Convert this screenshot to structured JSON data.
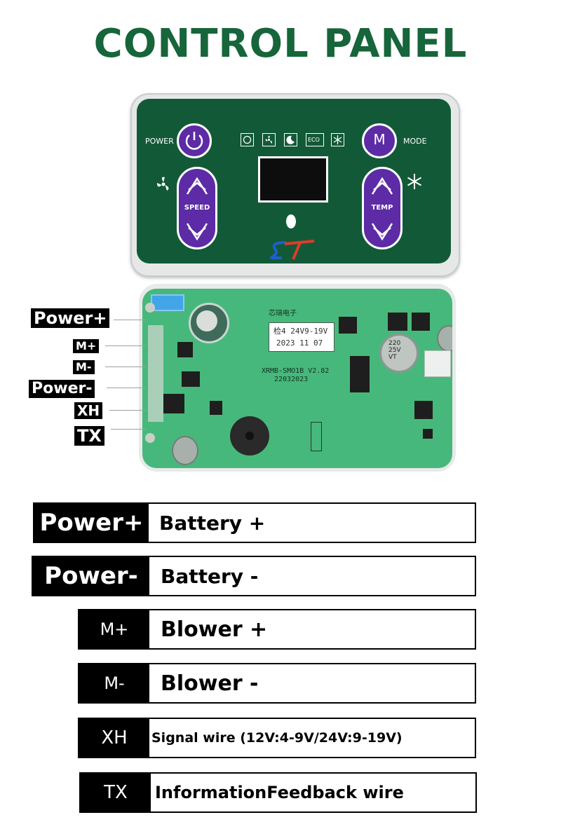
{
  "title": "CONTROL PANEL",
  "panel": {
    "power_label": "POWER",
    "mode_label": "MODE",
    "speed_label": "SPEED",
    "temp_label": "TEMP",
    "mode_button_letter": "M",
    "eco_label": "ECO",
    "mode_icons": [
      "power-symbol-icon",
      "fan-icon",
      "moon-icon",
      "eco-icon",
      "snowflake-icon"
    ],
    "colors": {
      "panel_green": "#125a37",
      "button_purple": "#5c2ba5",
      "title_green": "#17653a"
    }
  },
  "pcb": {
    "label_date": "检4  24V9-19V",
    "label_date2": "2023 11 07",
    "board_model": "XRMB-SMO1B V2.82",
    "board_code": "22032023",
    "maker": "芯瑞电子",
    "cap_text": [
      "220",
      "25V",
      "VT"
    ],
    "tags": [
      "Power+",
      "M+",
      "M-",
      "Power-",
      "XH",
      "TX"
    ]
  },
  "legend": [
    {
      "key": "Power+",
      "value": "Battery +"
    },
    {
      "key": "Power-",
      "value": "Battery -"
    },
    {
      "key": "M+",
      "value": "Blower +"
    },
    {
      "key": "M-",
      "value": "Blower -"
    },
    {
      "key": "XH",
      "value": "Signal wire (12V:4-9V/24V:9-19V)"
    },
    {
      "key": "TX",
      "value": "InformationFeedback wire"
    }
  ]
}
